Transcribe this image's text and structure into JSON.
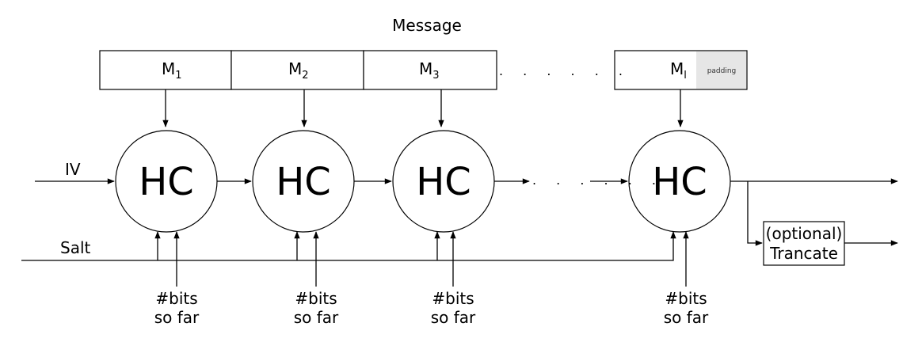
{
  "title": "Message",
  "message_blocks": [
    {
      "main": "M",
      "sub": "1"
    },
    {
      "main": "M",
      "sub": "2"
    },
    {
      "main": "M",
      "sub": "3"
    },
    {
      "main": "M",
      "sub": "l"
    }
  ],
  "padding_label": "padding",
  "hc_label": "HC",
  "iv_label": "IV",
  "salt_label": "Salt",
  "bits_label_line1": "#bits",
  "bits_label_line2": "so far",
  "truncate_line1": "(optional)",
  "truncate_line2": "Trancate",
  "ellipsis": ". . . . . ."
}
